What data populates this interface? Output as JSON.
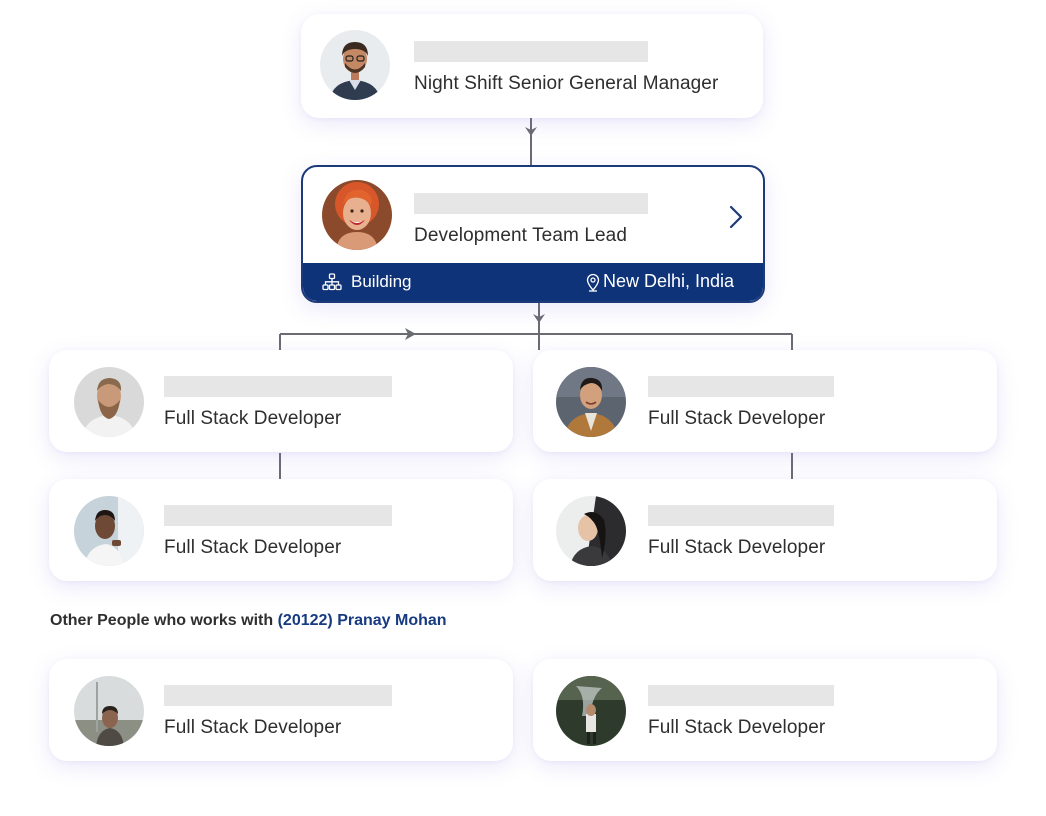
{
  "top_card": {
    "role": "Night Shift Senior General Manager",
    "avatar": "person-avatar-manager"
  },
  "lead_card": {
    "role": "Development Team Lead",
    "avatar": "person-avatar-lead",
    "department": "Building",
    "location": "New Delhi, India",
    "department_icon": "org-chart-icon",
    "location_icon": "map-pin-icon",
    "chevron_icon": "chevron-right-icon",
    "footer_color": "#0f3378",
    "border_color": "#1c3a78"
  },
  "reports": [
    {
      "role": "Full Stack Developer",
      "avatar": "person-avatar-1"
    },
    {
      "role": "Full Stack Developer",
      "avatar": "person-avatar-2"
    },
    {
      "role": "Full Stack Developer",
      "avatar": "person-avatar-3"
    },
    {
      "role": "Full Stack Developer",
      "avatar": "person-avatar-4"
    }
  ],
  "others": {
    "heading_prefix": "Other People who works with",
    "heading_highlight": "(20122) Pranay Mohan",
    "highlight_color": "#173a80",
    "people": [
      {
        "role": "Full Stack Developer",
        "avatar": "person-avatar-5"
      },
      {
        "role": "Full Stack Developer",
        "avatar": "person-avatar-6"
      }
    ]
  }
}
